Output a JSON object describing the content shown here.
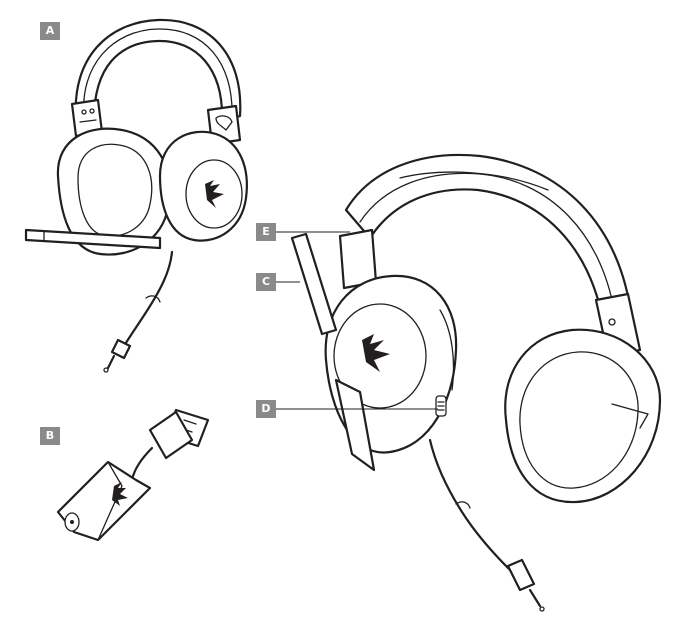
{
  "labels": {
    "a": "A",
    "b": "B",
    "c": "C",
    "d": "D",
    "e": "E"
  },
  "colors": {
    "badge": "#8a8a8a",
    "line": "#231f20",
    "background": "#ffffff"
  }
}
